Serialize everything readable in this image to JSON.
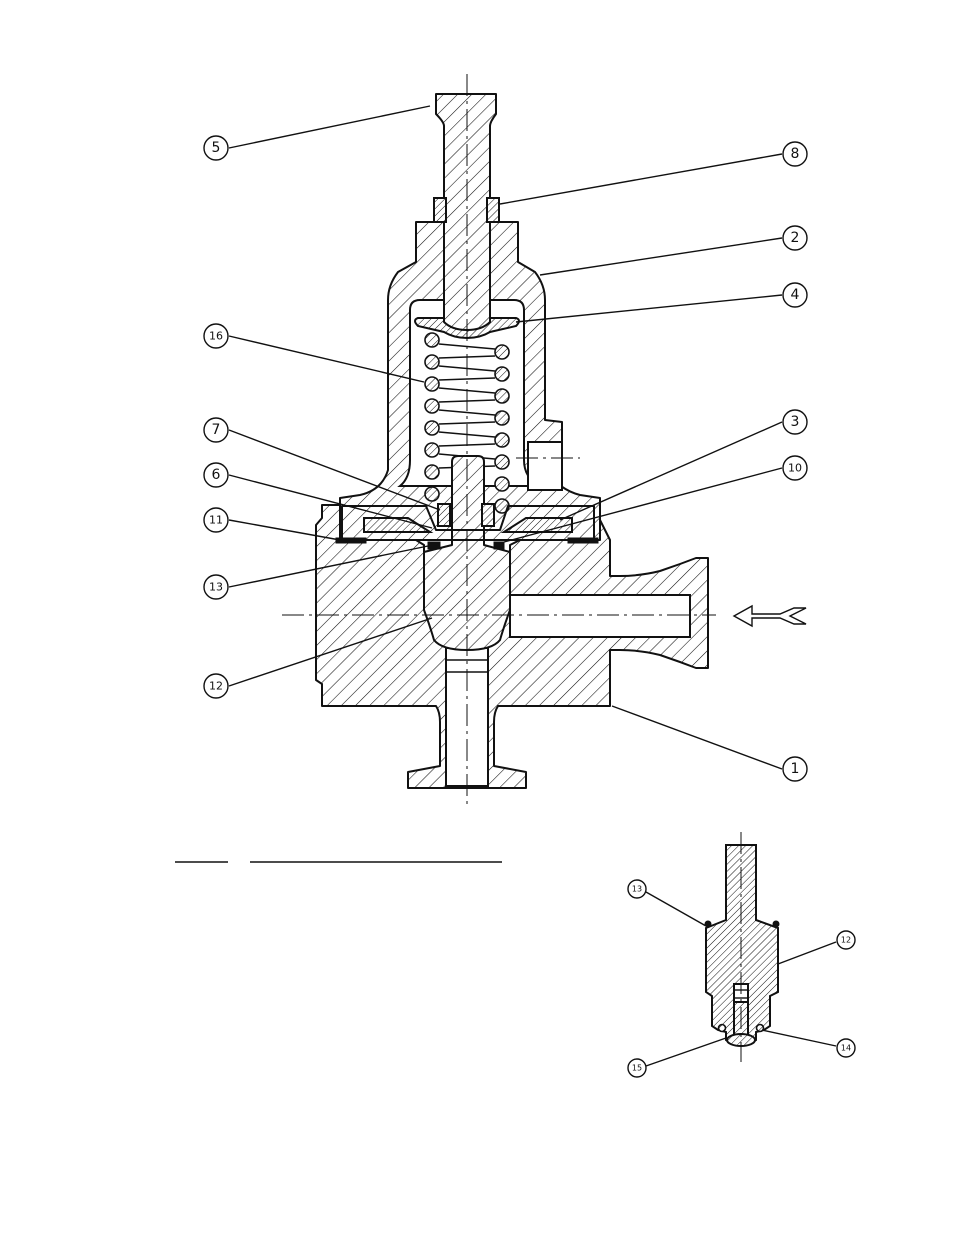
{
  "main_view": {
    "callouts": [
      {
        "id": "c5",
        "label": "5"
      },
      {
        "id": "c8",
        "label": "8"
      },
      {
        "id": "c2",
        "label": "2"
      },
      {
        "id": "c4",
        "label": "4"
      },
      {
        "id": "c16",
        "label": "16"
      },
      {
        "id": "c3",
        "label": "3"
      },
      {
        "id": "c7",
        "label": "7"
      },
      {
        "id": "c10",
        "label": "10"
      },
      {
        "id": "c6",
        "label": "6"
      },
      {
        "id": "c11",
        "label": "11"
      },
      {
        "id": "c13",
        "label": "13"
      },
      {
        "id": "c12",
        "label": "12"
      },
      {
        "id": "c1",
        "label": "1"
      }
    ]
  },
  "detail_view": {
    "callouts": [
      {
        "id": "d13",
        "label": "13"
      },
      {
        "id": "d12",
        "label": "12"
      },
      {
        "id": "d15",
        "label": "15"
      },
      {
        "id": "d14",
        "label": "14"
      }
    ]
  },
  "colors": {
    "line": "#111111",
    "background": "#ffffff"
  }
}
